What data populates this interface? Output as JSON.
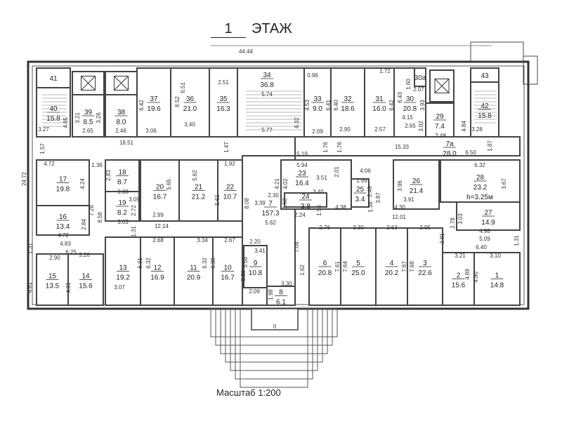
{
  "header": {
    "floor_number": "1",
    "floor_label": "ЭТАЖ"
  },
  "footer": {
    "scale": "Масштаб 1:200"
  },
  "overall": {
    "width": "44.44",
    "depth": "24.72",
    "entrance": "II"
  },
  "rooms": [
    {
      "id": "41",
      "area": ""
    },
    {
      "id": "40",
      "area": "15.8"
    },
    {
      "id": "39",
      "area": "8.5"
    },
    {
      "id": "38",
      "area": "8.0"
    },
    {
      "id": "37",
      "area": "19.6"
    },
    {
      "id": "36",
      "area": "21.0"
    },
    {
      "id": "35",
      "area": "16.3"
    },
    {
      "id": "34",
      "area": "36.8"
    },
    {
      "id": "33",
      "area": "9.0"
    },
    {
      "id": "32",
      "area": "18.6"
    },
    {
      "id": "31",
      "area": "16.0"
    },
    {
      "id": "30",
      "area": "20.8"
    },
    {
      "id": "30a",
      "area": ""
    },
    {
      "id": "29",
      "area": "7.4"
    },
    {
      "id": "43",
      "area": ""
    },
    {
      "id": "42",
      "area": "15.8"
    },
    {
      "id": "7a",
      "area": "28.0"
    },
    {
      "id": "17",
      "area": "19.8"
    },
    {
      "id": "16",
      "area": "13.4"
    },
    {
      "id": "18",
      "area": "8.7"
    },
    {
      "id": "19",
      "area": "8.2"
    },
    {
      "id": "20",
      "area": "16.7"
    },
    {
      "id": "21",
      "area": "21.2"
    },
    {
      "id": "22",
      "area": "10.7"
    },
    {
      "id": "7",
      "area": "157.3"
    },
    {
      "id": "23",
      "area": "16.4"
    },
    {
      "id": "24",
      "area": "3.8"
    },
    {
      "id": "25",
      "area": "3.4"
    },
    {
      "id": "26",
      "area": "21.4"
    },
    {
      "id": "28",
      "area": "23.2"
    },
    {
      "id": "27",
      "area": "14.9"
    },
    {
      "id": "15",
      "area": "13.5"
    },
    {
      "id": "14",
      "area": "15.6"
    },
    {
      "id": "13",
      "area": "19.2"
    },
    {
      "id": "12",
      "area": "16.9"
    },
    {
      "id": "11",
      "area": "20.9"
    },
    {
      "id": "10",
      "area": "16.7"
    },
    {
      "id": "9",
      "area": "10.8"
    },
    {
      "id": "8",
      "area": "6.1"
    },
    {
      "id": "6",
      "area": "20.8"
    },
    {
      "id": "5",
      "area": "25.0"
    },
    {
      "id": "4",
      "area": "20.2"
    },
    {
      "id": "3",
      "area": "22.6"
    },
    {
      "id": "2",
      "area": "15.6"
    },
    {
      "id": "1",
      "area": "14.8"
    }
  ],
  "ceiling_note": "h=3.25м",
  "dimensions": [
    "3.27",
    "4.85",
    "3.21",
    "2.65",
    "3.26",
    "2.46",
    "6.42",
    "3.06",
    "3.40",
    "6.52",
    "6.51",
    "2.51",
    "5.74",
    "5.77",
    "6.32",
    "0.96",
    "4.53",
    "6.41",
    "6.40",
    "2.09",
    "2.90",
    "1.72",
    "6.42",
    "2.57",
    "6.43",
    "1.60",
    "2.07",
    "4.15",
    "3.93",
    "2.65",
    "3.02",
    "2.48",
    "4.84",
    "3.28",
    "1.57",
    "18.51",
    "1.47",
    "5.19",
    "1.76",
    "1.76",
    "15.33",
    "6.50",
    "1.87",
    "4.72",
    "4.24",
    "1.36",
    "2.83",
    "3.08",
    "3.09",
    "2.72",
    "5.65",
    "5.62",
    "1.92",
    "5.61",
    "8.08",
    "3.39",
    "7.28",
    "8.58",
    "3.03",
    "2.99",
    "5.94",
    "2.01",
    "4.21",
    "4.02",
    "3.51",
    "1.62",
    "2.30",
    "3.40",
    "2.24",
    "4.06",
    "1.99",
    "2.49",
    "3.87",
    "3.96",
    "3.91",
    "6.32",
    "3.67",
    "2.84",
    "4.72",
    "1.31",
    "12.14",
    "4.83",
    "1.31",
    "6.25",
    "2.90",
    "3.26",
    "4.81",
    "4.81",
    "3.07",
    "2.68",
    "6.32",
    "6.31",
    "3.34",
    "6.32",
    "6.30",
    "2.67",
    "2.20",
    "3.58",
    "5.30",
    "2.09",
    "1.98",
    "3.30",
    "5.62",
    "7.08",
    "3.41",
    "1.62",
    "1.56",
    "4.38",
    "1.38",
    "4.30",
    "12.01",
    "2.76",
    "3.30",
    "2.63",
    "2.95",
    "7.61",
    "7.64",
    "7.67",
    "7.68",
    "2.81",
    "2.78",
    "3.03",
    "4.98",
    "5.09",
    "6.40",
    "1.31",
    "3.21",
    "3.10",
    "4.89",
    "4.90"
  ]
}
